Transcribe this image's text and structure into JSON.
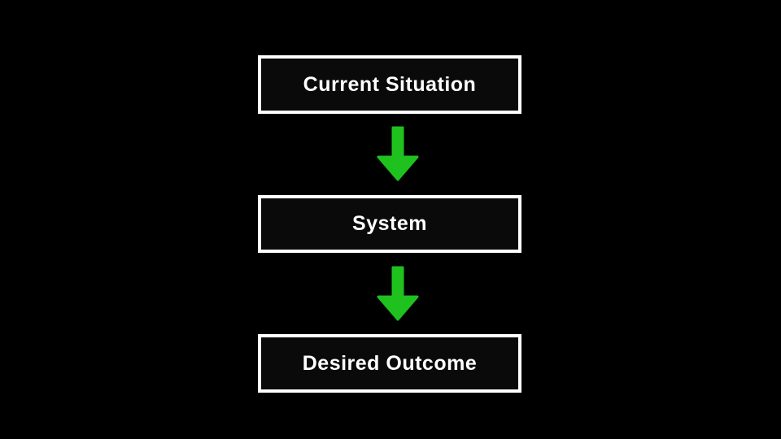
{
  "flow": {
    "nodes": [
      {
        "id": "current-situation",
        "label": "Current Situation"
      },
      {
        "id": "system",
        "label": "System"
      },
      {
        "id": "desired-outcome",
        "label": "Desired Outcome"
      }
    ],
    "connections": [
      {
        "from": "current-situation",
        "to": "system",
        "direction": "down"
      },
      {
        "from": "system",
        "to": "desired-outcome",
        "direction": "down"
      }
    ]
  },
  "colors": {
    "background": "#000000",
    "box_fill": "#0a0a0a",
    "box_border": "#ffffff",
    "text": "#ffffff",
    "arrow": "#1fc11f"
  }
}
